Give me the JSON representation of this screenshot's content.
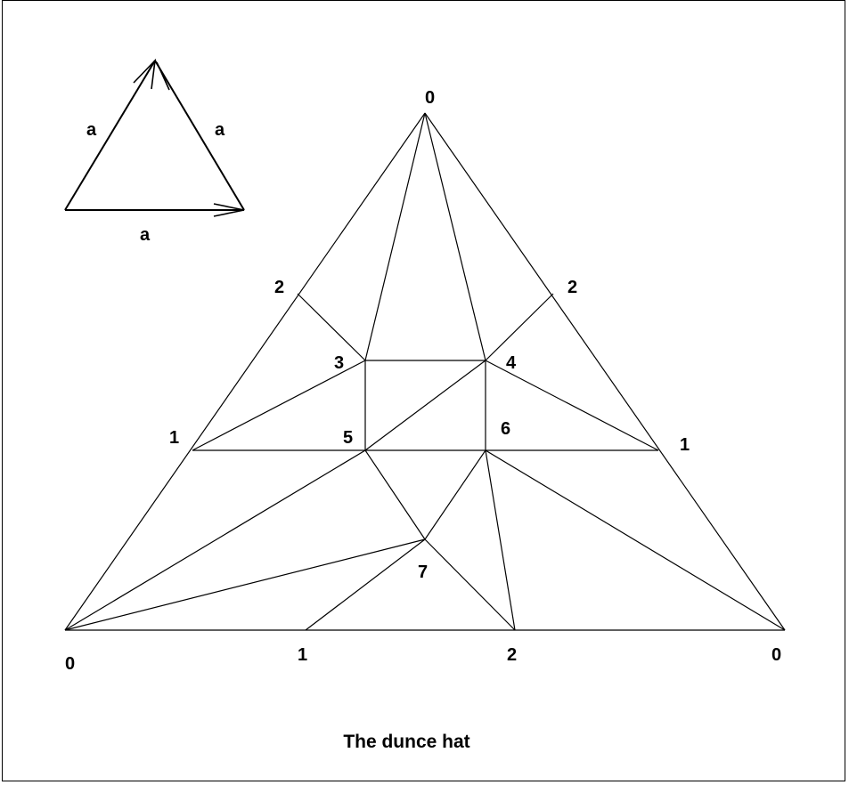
{
  "caption": "The dunce hat",
  "legend": {
    "edge_left": "a",
    "edge_right": "a",
    "edge_bottom": "a"
  },
  "vertex_labels": {
    "top": "0",
    "bottom_left": "0",
    "bottom_right": "0",
    "left_1": "1",
    "left_2": "2",
    "right_1": "1",
    "right_2": "2",
    "bottom_1": "1",
    "bottom_2": "2",
    "inner_3": "3",
    "inner_4": "4",
    "inner_5": "5",
    "inner_6": "6",
    "inner_7": "7"
  },
  "colors": {
    "stroke": "#000000",
    "background": "#ffffff"
  }
}
